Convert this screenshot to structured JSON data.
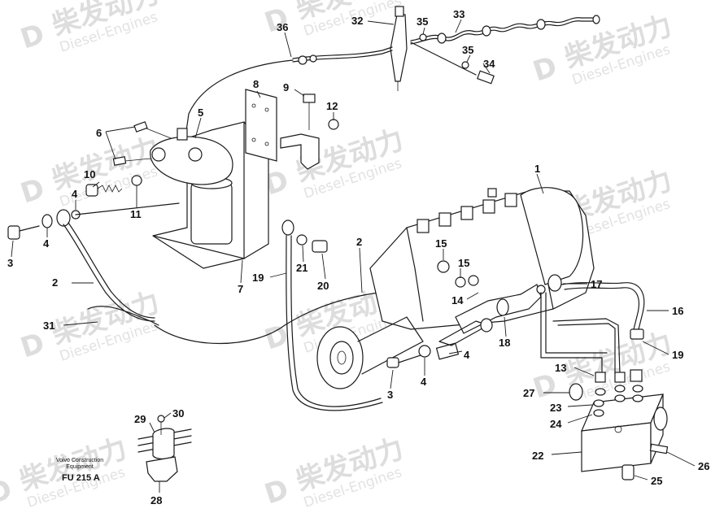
{
  "watermark": {
    "brand_text": "柴发动力",
    "brand_sub": "Diesel-Engines"
  },
  "caption": {
    "line1": "Volvo Construction",
    "line2": "Equipment"
  },
  "reference": "FU 215 A",
  "callouts": [
    {
      "id": "c1",
      "label": "1"
    },
    {
      "id": "c2a",
      "label": "2"
    },
    {
      "id": "c2b",
      "label": "2"
    },
    {
      "id": "c3a",
      "label": "3"
    },
    {
      "id": "c3b",
      "label": "3"
    },
    {
      "id": "c4a",
      "label": "4"
    },
    {
      "id": "c4b",
      "label": "4"
    },
    {
      "id": "c4c",
      "label": "4"
    },
    {
      "id": "c4d",
      "label": "4"
    },
    {
      "id": "c5",
      "label": "5"
    },
    {
      "id": "c6",
      "label": "6"
    },
    {
      "id": "c7",
      "label": "7"
    },
    {
      "id": "c8",
      "label": "8"
    },
    {
      "id": "c9",
      "label": "9"
    },
    {
      "id": "c10",
      "label": "10"
    },
    {
      "id": "c11",
      "label": "11"
    },
    {
      "id": "c12",
      "label": "12"
    },
    {
      "id": "c13",
      "label": "13"
    },
    {
      "id": "c14",
      "label": "14"
    },
    {
      "id": "c15a",
      "label": "15"
    },
    {
      "id": "c15b",
      "label": "15"
    },
    {
      "id": "c16",
      "label": "16"
    },
    {
      "id": "c17",
      "label": "17"
    },
    {
      "id": "c18",
      "label": "18"
    },
    {
      "id": "c19a",
      "label": "19"
    },
    {
      "id": "c19b",
      "label": "19"
    },
    {
      "id": "c20",
      "label": "20"
    },
    {
      "id": "c21",
      "label": "21"
    },
    {
      "id": "c22",
      "label": "22"
    },
    {
      "id": "c23",
      "label": "23"
    },
    {
      "id": "c24",
      "label": "24"
    },
    {
      "id": "c25",
      "label": "25"
    },
    {
      "id": "c26",
      "label": "26"
    },
    {
      "id": "c27",
      "label": "27"
    },
    {
      "id": "c28",
      "label": "28"
    },
    {
      "id": "c29",
      "label": "29"
    },
    {
      "id": "c30",
      "label": "30"
    },
    {
      "id": "c31",
      "label": "31"
    },
    {
      "id": "c32",
      "label": "32"
    },
    {
      "id": "c33",
      "label": "33"
    },
    {
      "id": "c34",
      "label": "34"
    },
    {
      "id": "c35a",
      "label": "35"
    },
    {
      "id": "c35b",
      "label": "35"
    },
    {
      "id": "c36",
      "label": "36"
    }
  ]
}
